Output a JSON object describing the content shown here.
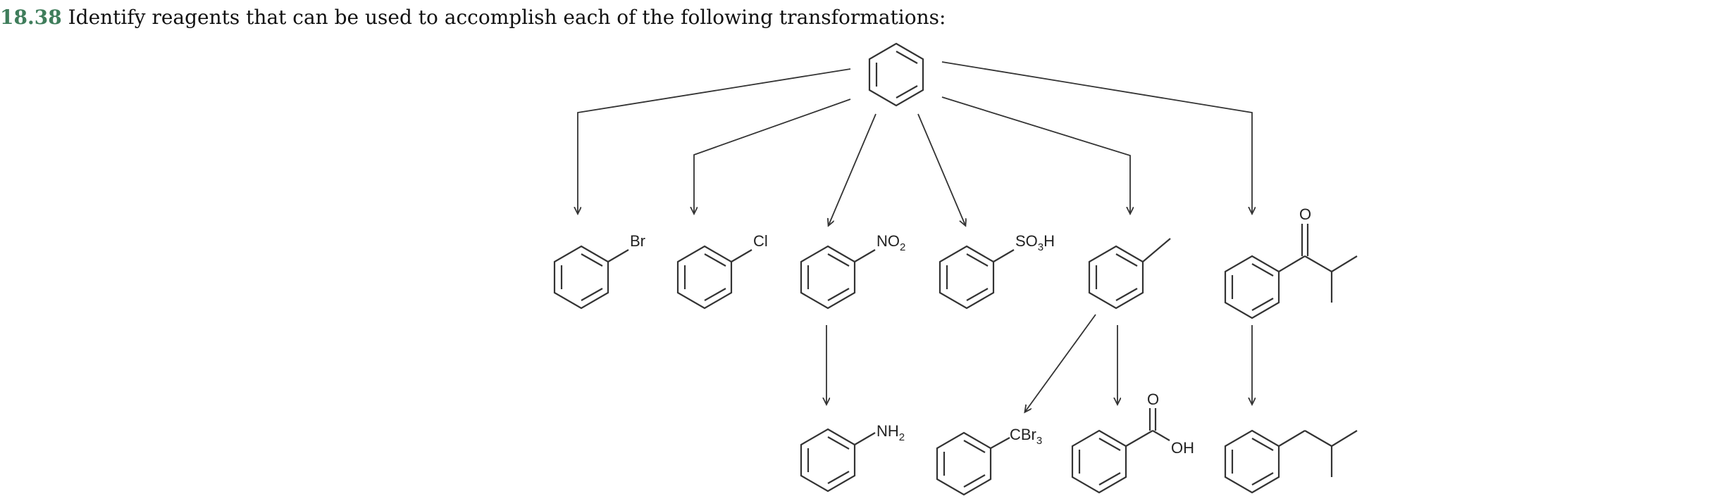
{
  "question": {
    "number": "18.38",
    "text": "Identify reagents that can be used to accomplish each of the following transformations:"
  },
  "molecules": {
    "benzene": {
      "name": "benzene"
    },
    "bromobenzene": {
      "label": "Br"
    },
    "chlorobenzene": {
      "label": "Cl"
    },
    "nitrobenzene": {
      "label_main": "NO",
      "label_sub": "2"
    },
    "benzenesulfonic_acid": {
      "label_main": "SO",
      "label_sub": "3",
      "label_tail": "H"
    },
    "toluene": {
      "name": "toluene"
    },
    "isobutyrophenone": {
      "label": "O"
    },
    "aniline": {
      "label_main": "NH",
      "label_sub": "2"
    },
    "tribromomethylbenzene": {
      "label_main": "CBr",
      "label_sub": "3"
    },
    "benzoic_acid": {
      "label_o": "O",
      "label_oh": "OH"
    },
    "isobutylbenzene": {
      "name": "isobutylbenzene"
    }
  },
  "colors": {
    "ink": "#333333",
    "accent": "#3f7d5b"
  }
}
